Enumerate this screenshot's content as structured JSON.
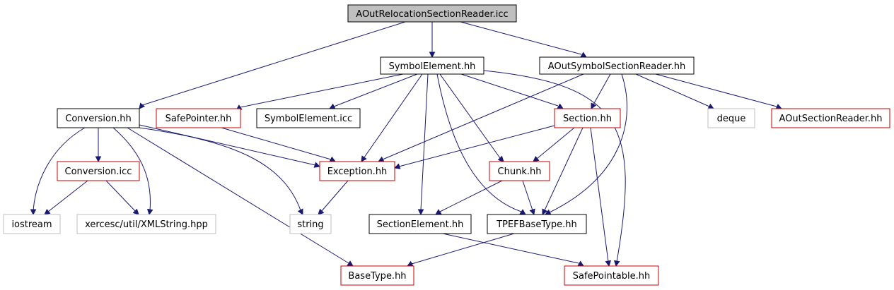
{
  "colors": {
    "edge": "#191970",
    "root_fill": "#bfbfbf",
    "box_default": "#000000",
    "box_red": "#cc0000",
    "box_gray": "#bfbfbf",
    "node_fill": "#ffffff"
  },
  "nodes": {
    "root": "AOutRelocationSectionReader.icc",
    "symbol_element_hh": "SymbolElement.hh",
    "aout_symbol_section_reader_hh": "AOutSymbolSectionReader.hh",
    "conversion_hh": "Conversion.hh",
    "safe_pointer_hh": "SafePointer.hh",
    "symbol_element_icc": "SymbolElement.icc",
    "section_hh": "Section.hh",
    "deque": "deque",
    "aout_section_reader_hh": "AOutSectionReader.hh",
    "conversion_icc": "Conversion.icc",
    "exception_hh": "Exception.hh",
    "chunk_hh": "Chunk.hh",
    "iostream": "iostream",
    "xmlstring_hpp": "xercesc/util/XMLString.hpp",
    "string": "string",
    "section_element_hh": "SectionElement.hh",
    "tpef_base_type_hh": "TPEFBaseType.hh",
    "base_type_hh": "BaseType.hh",
    "safe_pointable_hh": "SafePointable.hh"
  }
}
